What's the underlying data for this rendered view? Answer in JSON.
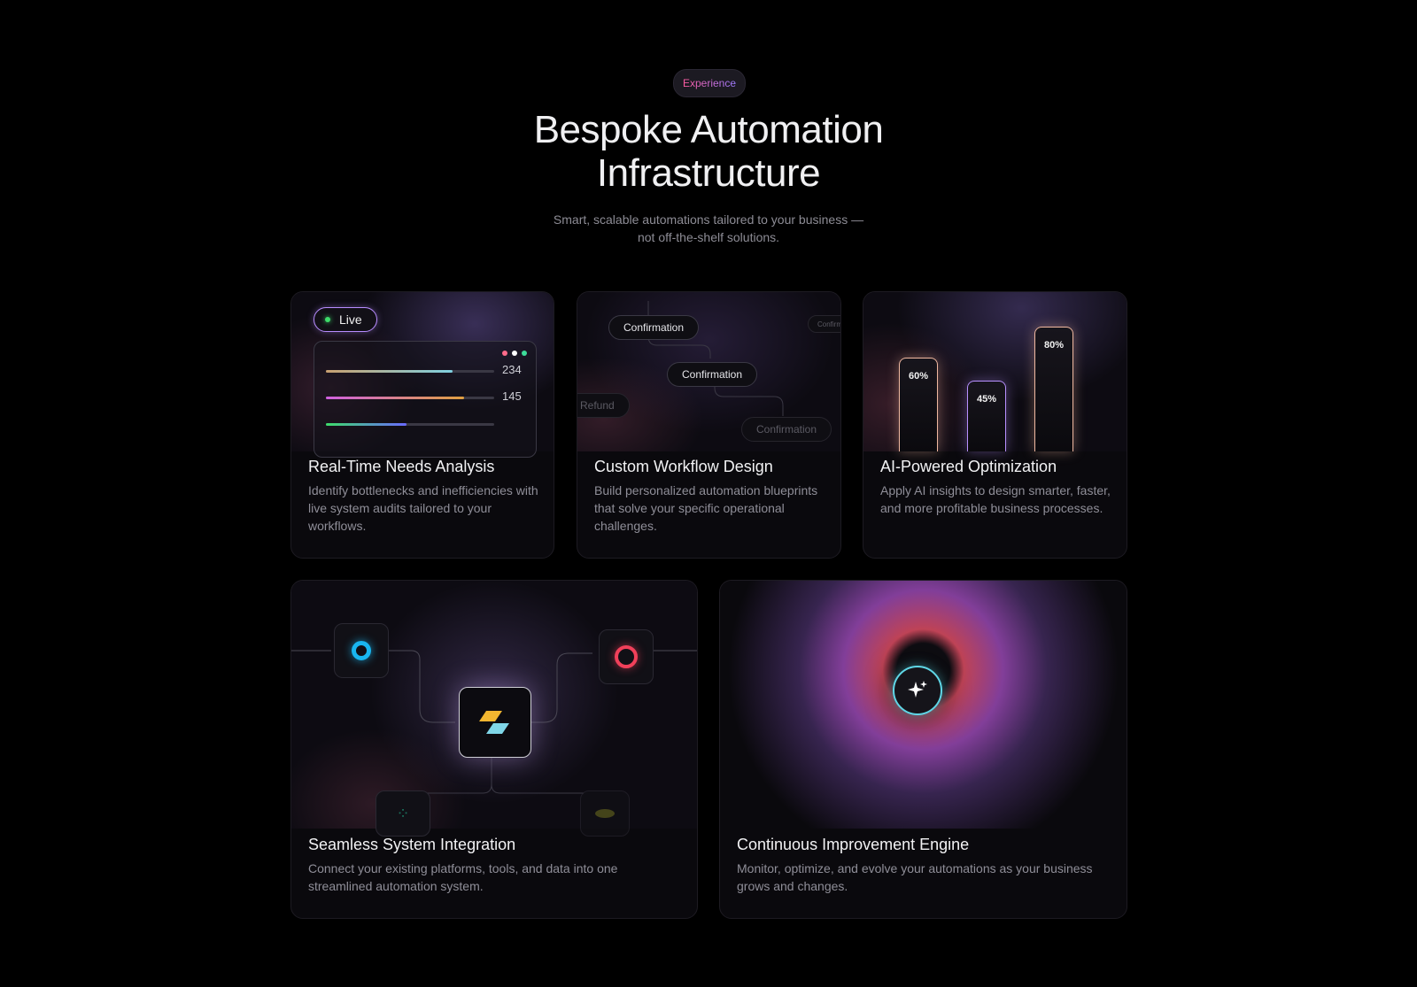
{
  "header": {
    "badge": "Experience",
    "title_line1": "Bespoke Automation",
    "title_line2": "Infrastructure",
    "subtitle_line1": "Smart, scalable automations tailored to your business —",
    "subtitle_line2": "not off-the-shelf solutions."
  },
  "cards": [
    {
      "title": "Real-Time Needs Analysis",
      "description": "Identify bottlenecks and inefficiencies with live system audits tailored to your workflows.",
      "visual": {
        "live_label": "Live",
        "bars": [
          {
            "value": "234",
            "fill": 0.75,
            "colors": [
              "#c9a070",
              "#7fd0e0"
            ]
          },
          {
            "value": "145",
            "fill": 0.82,
            "colors": [
              "#d060e0",
              "#e0a040"
            ]
          },
          {
            "value": "",
            "fill": 0.48,
            "colors": [
              "#3ddc6a",
              "#6a6aff"
            ]
          }
        ],
        "window_dots": [
          "#ff6b8a",
          "#ffffff",
          "#3ddc9a"
        ]
      }
    },
    {
      "title": "Custom Workflow Design",
      "description": "Build personalized automation blueprints that solve your specific operational challenges.",
      "visual": {
        "pills": [
          "Confirmation",
          "Confirmation",
          "Confirmation",
          "Refund",
          "Confirm"
        ]
      }
    },
    {
      "title": "AI-Powered Optimization",
      "description": "Apply AI insights to design smarter, faster, and more profitable business processes.",
      "visual": {
        "bars": [
          {
            "label": "60%",
            "value": 0.6,
            "glow": "#f0b8a0"
          },
          {
            "label": "45%",
            "value": 0.45,
            "glow": "#b890ff"
          },
          {
            "label": "80%",
            "value": 0.8,
            "glow": "#f0b8a0"
          }
        ]
      }
    },
    {
      "title": "Seamless System Integration",
      "description": "Connect your existing platforms, tools, and data into one streamlined automation system."
    },
    {
      "title": "Continuous Improvement Engine",
      "description": "Monitor, optimize, and evolve your automations as your business grows and changes."
    }
  ],
  "colors": {
    "accent_pink": "#ff5aa0",
    "accent_purple": "#9b7bff",
    "background": "#000000"
  }
}
